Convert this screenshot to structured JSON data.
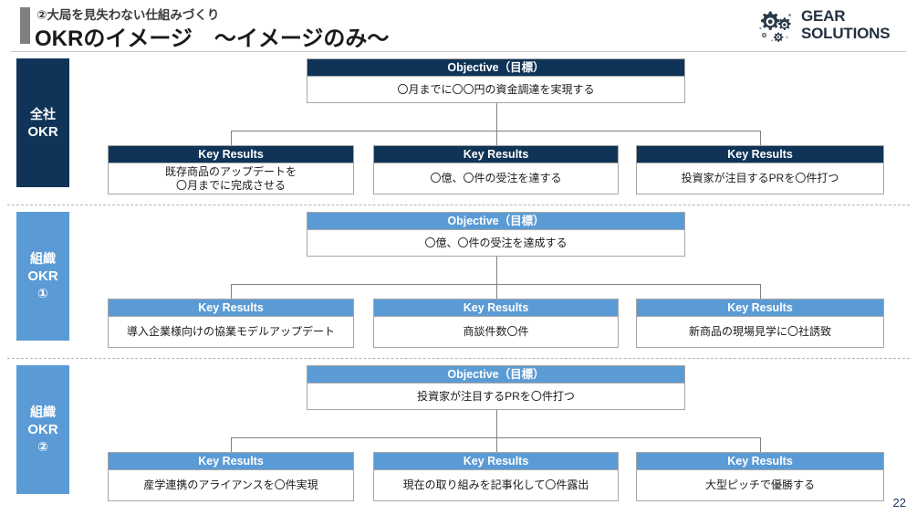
{
  "slide": {
    "subtitle": "②大局を見失わない仕組みづくり",
    "title": "OKRのイメージ　〜イメージのみ〜",
    "page_number": "22"
  },
  "logo": {
    "name": "gear-solutions-logo",
    "line1": "GEAR",
    "line2": "SOLUTIONS",
    "icon": "gears-icon",
    "color": "#23303f"
  },
  "colors": {
    "navy": "#0f3457",
    "light_blue": "#5b9bd5",
    "accent_bar": "#7f7f7f",
    "connector": "#808080",
    "border": "#a6a6a6",
    "page_number": "#1f3864"
  },
  "sections": [
    {
      "id": "company",
      "label_ja": "全社",
      "label_en": "OKR",
      "label_num": "",
      "color": "#0f3457",
      "objective": {
        "header": "Objective（目標）",
        "text": "〇月までに〇〇円の資金調達を実現する"
      },
      "key_results": [
        {
          "header": "Key Results",
          "text": "既存商品のアップデートを\n〇月までに完成させる"
        },
        {
          "header": "Key Results",
          "text": "〇億、〇件の受注を達する"
        },
        {
          "header": "Key Results",
          "text": "投資家が注目するPRを〇件打つ"
        }
      ]
    },
    {
      "id": "org1",
      "label_ja": "組織",
      "label_en": "OKR",
      "label_num": "①",
      "color": "#5b9bd5",
      "objective": {
        "header": "Objective（目標）",
        "text": "〇億、〇件の受注を達成する"
      },
      "key_results": [
        {
          "header": "Key Results",
          "text": "導入企業様向けの協業モデルアップデート"
        },
        {
          "header": "Key Results",
          "text": "商談件数〇件"
        },
        {
          "header": "Key Results",
          "text": "新商品の現場見学に〇社誘致"
        }
      ]
    },
    {
      "id": "org2",
      "label_ja": "組織",
      "label_en": "OKR",
      "label_num": "②",
      "color": "#5b9bd5",
      "objective": {
        "header": "Objective（目標）",
        "text": "投資家が注目するPRを〇件打つ"
      },
      "key_results": [
        {
          "header": "Key Results",
          "text": "産学連携のアライアンスを〇件実現"
        },
        {
          "header": "Key Results",
          "text": "現在の取り組みを記事化して〇件露出"
        },
        {
          "header": "Key Results",
          "text": "大型ピッチで優勝する"
        }
      ]
    }
  ]
}
